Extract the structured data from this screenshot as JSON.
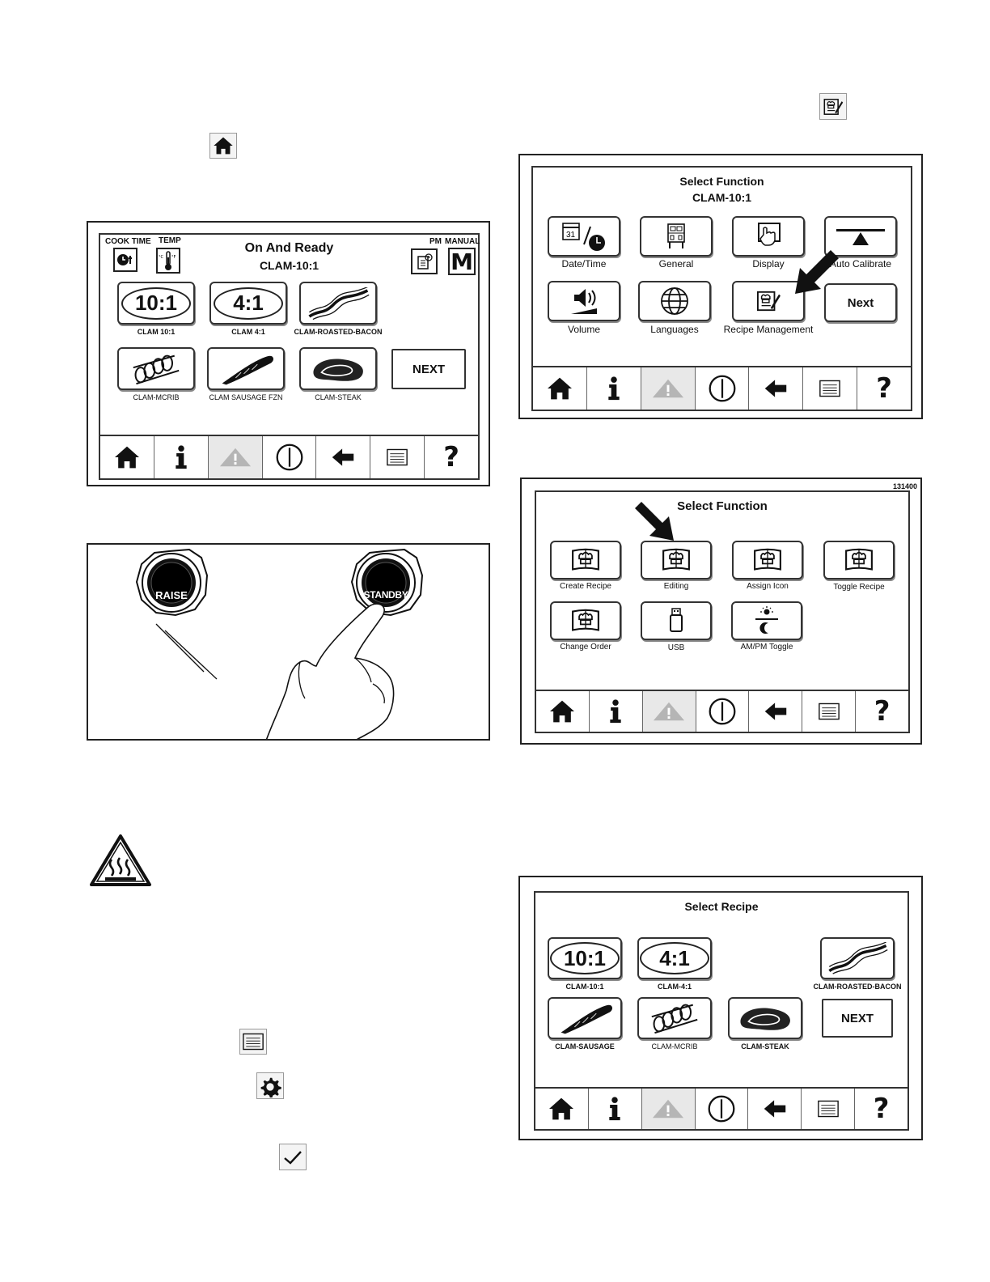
{
  "standalone_icons": {
    "home": "home-icon",
    "recipe_management": "recipe-management-icon",
    "menu": "menu-icon",
    "gear": "gear-icon",
    "check": "check-icon"
  },
  "home_screen": {
    "cook_time_label": "COOK TIME",
    "temp_label": "TEMP",
    "status": "On And Ready",
    "product": "CLAM-10:1",
    "pm_label": "PM",
    "manual_label": "MANUAL",
    "manual_glyph": "M",
    "recipes": [
      {
        "display": "10:1",
        "label": "CLAM 10:1"
      },
      {
        "display": "4:1",
        "label": "CLAM 4:1"
      },
      {
        "label": "CLAM-ROASTED-BACON"
      },
      {
        "label": "CLAM-MCRIB"
      },
      {
        "label": "CLAM SAUSAGE FZN"
      },
      {
        "label": "CLAM-STEAK"
      }
    ],
    "next": "NEXT"
  },
  "buttons_figure": {
    "raise": "RAISE",
    "standby": "STANDBY"
  },
  "select_function_1": {
    "title": "Select Function",
    "subtitle": "CLAM-10:1",
    "items": [
      "Date/Time",
      "General",
      "Display",
      "Auto Calibrate",
      "Volume",
      "Languages",
      "Recipe Management"
    ],
    "calendar_day": "31",
    "next": "Next"
  },
  "select_function_2": {
    "figure_id": "131400",
    "title": "Select Function",
    "items": [
      "Create Recipe",
      "Editing",
      "Assign Icon",
      "Toggle Recipe",
      "Change Order",
      "USB",
      "AM/PM Toggle"
    ]
  },
  "select_recipe": {
    "title": "Select Recipe",
    "recipes": [
      {
        "display": "10:1",
        "label": "CLAM-10:1"
      },
      {
        "display": "4:1",
        "label": "CLAM-4:1"
      },
      {
        "label": "CLAM-ROASTED-BACON"
      },
      {
        "label": "CLAM-SAUSAGE"
      },
      {
        "label": "CLAM-MCRIB"
      },
      {
        "label": "CLAM-STEAK"
      }
    ],
    "next": "NEXT"
  },
  "navbar_question": "?"
}
